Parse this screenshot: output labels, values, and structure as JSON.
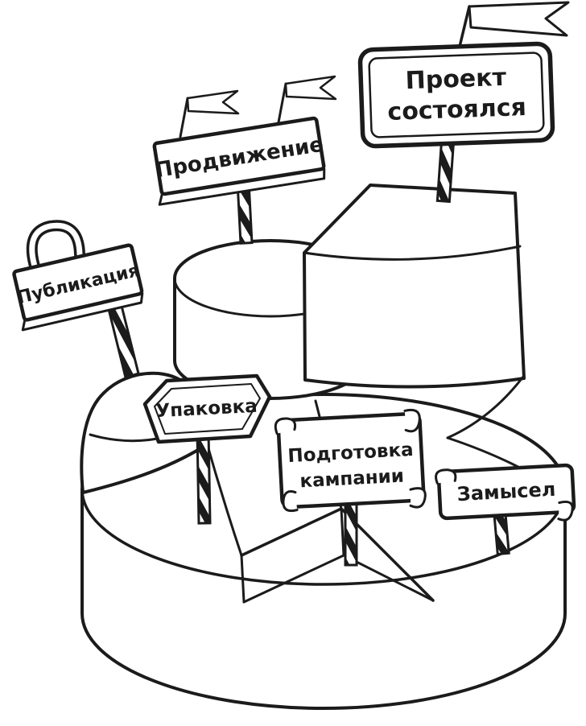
{
  "diagram": {
    "description": "Hand-drawn spiral staircase cake with milestone signposts",
    "steps": [
      "Замысел",
      "Подготовка кампании",
      "Упаковка",
      "Публикация",
      "Продвижение",
      "Проект состоялся"
    ]
  },
  "signs": {
    "project": {
      "line1": "Проект",
      "line2": "состоялся"
    },
    "promotion": {
      "label": "Продвижение"
    },
    "publication": {
      "label": "Публикация"
    },
    "packaging": {
      "label": "Упаковка"
    },
    "campaign": {
      "line1": "Подготовка",
      "line2": "кампании"
    },
    "idea": {
      "label": "Замысел"
    }
  },
  "colors": {
    "ink": "#1b1b1b",
    "paper": "#ffffff"
  }
}
